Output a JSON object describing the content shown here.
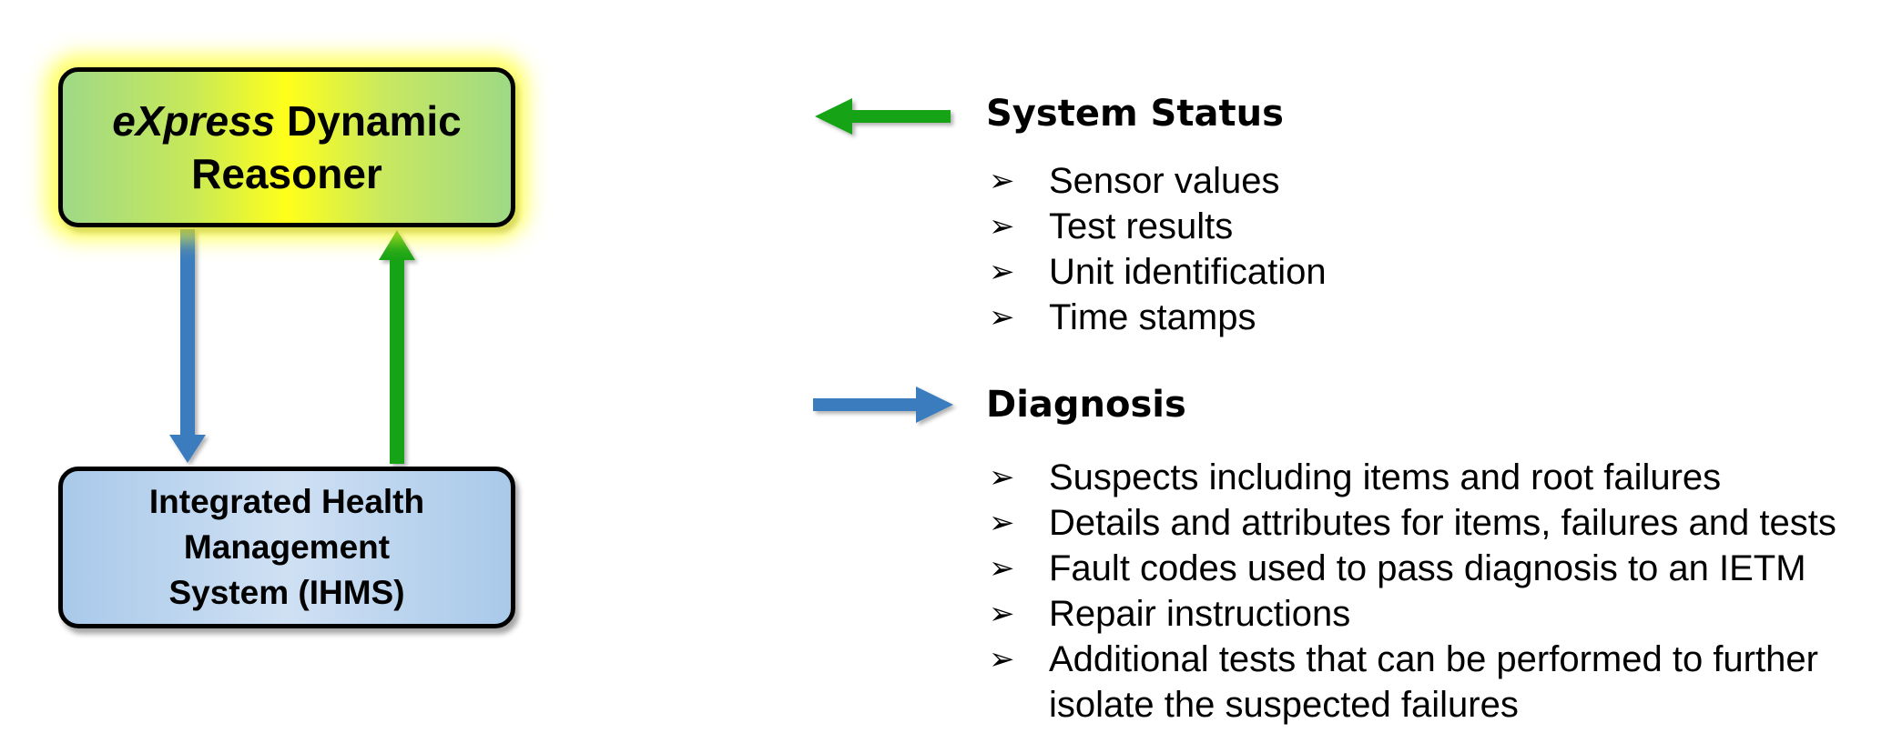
{
  "reasoner_box": {
    "title_italic": "eXpress",
    "title_rest": " Dynamic",
    "title_line2": "Reasoner"
  },
  "ihms_box": {
    "lines": [
      "Integrated Health",
      "Management",
      "System (IHMS)"
    ]
  },
  "system_status": {
    "heading": "System Status",
    "items": [
      "Sensor values",
      "Test results",
      "Unit identification",
      "Time stamps"
    ]
  },
  "diagnosis": {
    "heading": "Diagnosis",
    "items": [
      "Suspects including items and root failures",
      "Details and attributes for items, failures and tests",
      "Fault codes used to pass diagnosis to an IETM",
      "Repair instructions",
      "Additional tests that can be performed to further isolate the suspected failures"
    ],
    "last_item_lines": [
      "Additional tests that can be performed to further",
      "isolate the suspected failures"
    ]
  },
  "bullet_glyph": "➢",
  "colors": {
    "green_arrow": "#13a313",
    "blue_arrow": "#3a7bbf",
    "reasoner_center": "#ffff1a",
    "reasoner_edge": "#9fd987",
    "ihms_fill": "#bcd6ef"
  }
}
